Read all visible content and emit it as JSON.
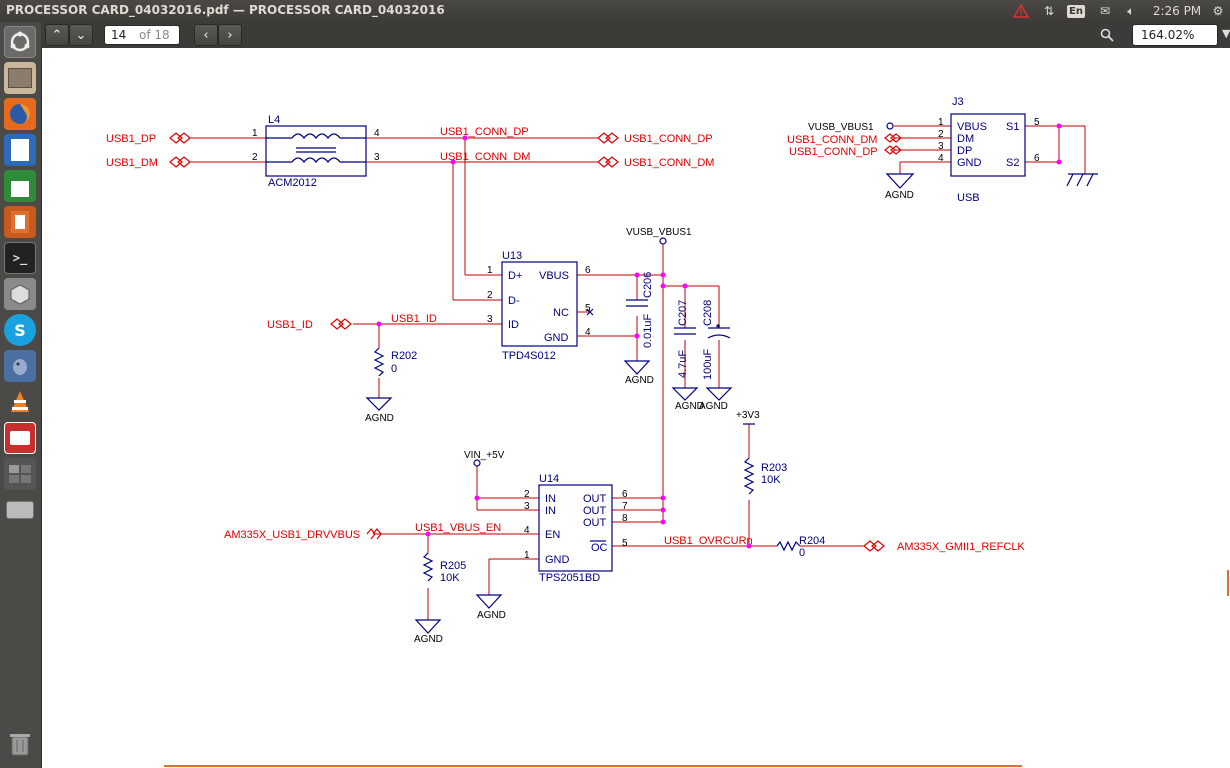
{
  "window": {
    "title": "PROCESSOR CARD_04032016.pdf — PROCESSOR CARD_04032016"
  },
  "tray": {
    "input_method": "En",
    "time": "2:26 PM"
  },
  "toolbar": {
    "page_current": "14",
    "page_total": "of 18",
    "zoom": "164.02%"
  },
  "launcher": [
    "ubuntu-dash-icon",
    "files-icon",
    "firefox-icon",
    "writer-icon",
    "calc-icon",
    "impress-icon",
    "terminal-icon",
    "software-center-icon",
    "skype-icon",
    "pidgin-icon",
    "vlc-icon",
    "evince-icon",
    "workspaces-icon",
    "drive-icon",
    "trash-icon"
  ],
  "schematic": {
    "net_labels_red": {
      "usb1_dp_in": "USB1_DP",
      "usb1_dm_in": "USB1_DM",
      "conn_dp_wire": "USB1_CONN_DP",
      "conn_dm_wire": "USB1_CONN_DM",
      "conn_dp_port": "USB1_CONN_DP",
      "conn_dm_port": "USB1_CONN_DM",
      "usb1_id_port": "USB1_ID",
      "usb1_id_wire": "USB1_ID",
      "drvvbus_port": "AM335X_USB1_DRVVBUS",
      "vbus_en_wire": "USB1_VBUS_EN",
      "ovrcur_wire": "USB1_OVRCURn",
      "refclk_port": "AM335X_GMII1_REFCLK",
      "j3_conn_dm": "USB1_CONN_DM",
      "j3_conn_dp": "USB1_CONN_DP"
    },
    "labels_black": {
      "vusb_top": "VUSB_VBUS1",
      "vusb_j3": "VUSB_VBUS1",
      "vin": "VIN_+5V",
      "p3v3": "+3V3",
      "agnd_j3": "AGND",
      "agnd_c206": "AGND",
      "agnd_c207": "AGND",
      "agnd_c208": "AGND",
      "agnd_r202": "AGND",
      "agnd_u14": "AGND",
      "agnd_r205": "AGND"
    },
    "components": {
      "l4_ref": "L4",
      "l4_val": "ACM2012",
      "u13_ref": "U13",
      "u13_val": "TPD4S012",
      "u14_ref": "U14",
      "u14_val": "TPS2051BD",
      "j3_ref": "J3",
      "j3_val": "USB",
      "c206_ref": "C206",
      "c206_val": "0.01uF",
      "c207_ref": "C207",
      "c207_val": "4.7uF",
      "c208_ref": "C208",
      "c208_val": "100uF",
      "r202_ref": "R202",
      "r202_val": "0",
      "r203_ref": "R203",
      "r203_val": "10K",
      "r204_ref": "R204",
      "r204_val": "0",
      "r205_ref": "R205",
      "r205_val": "10K"
    },
    "u13_pins": {
      "dp": "D+",
      "dm": "D-",
      "id": "ID",
      "vbus": "VBUS",
      "nc": "NC",
      "gnd": "GND"
    },
    "u14_pins": {
      "in1": "IN",
      "in2": "IN",
      "en": "EN",
      "gnd": "GND",
      "out1": "OUT",
      "out2": "OUT",
      "out3": "OUT",
      "oc": "OC"
    },
    "j3_pins": {
      "vbus": "VBUS",
      "dm": "DM",
      "dp": "DP",
      "gnd": "GND",
      "s1": "S1",
      "s2": "S2"
    },
    "pin_numbers": {
      "l4_1": "1",
      "l4_2": "2",
      "l4_3": "3",
      "l4_4": "4",
      "u13_1": "1",
      "u13_2": "2",
      "u13_3": "3",
      "u13_4": "4",
      "u13_5": "5",
      "u13_6": "6",
      "u14_1": "1",
      "u14_2": "2",
      "u14_3": "3",
      "u14_4": "4",
      "u14_5": "5",
      "u14_6": "6",
      "u14_7": "7",
      "u14_8": "8",
      "j3_1": "1",
      "j3_2": "2",
      "j3_3": "3",
      "j3_4": "4",
      "j3_5": "5",
      "j3_6": "6"
    },
    "colors": {
      "wire": "#c00000",
      "component": "#000080",
      "junction": "#ff00ff",
      "net_label": "#e00000"
    }
  }
}
